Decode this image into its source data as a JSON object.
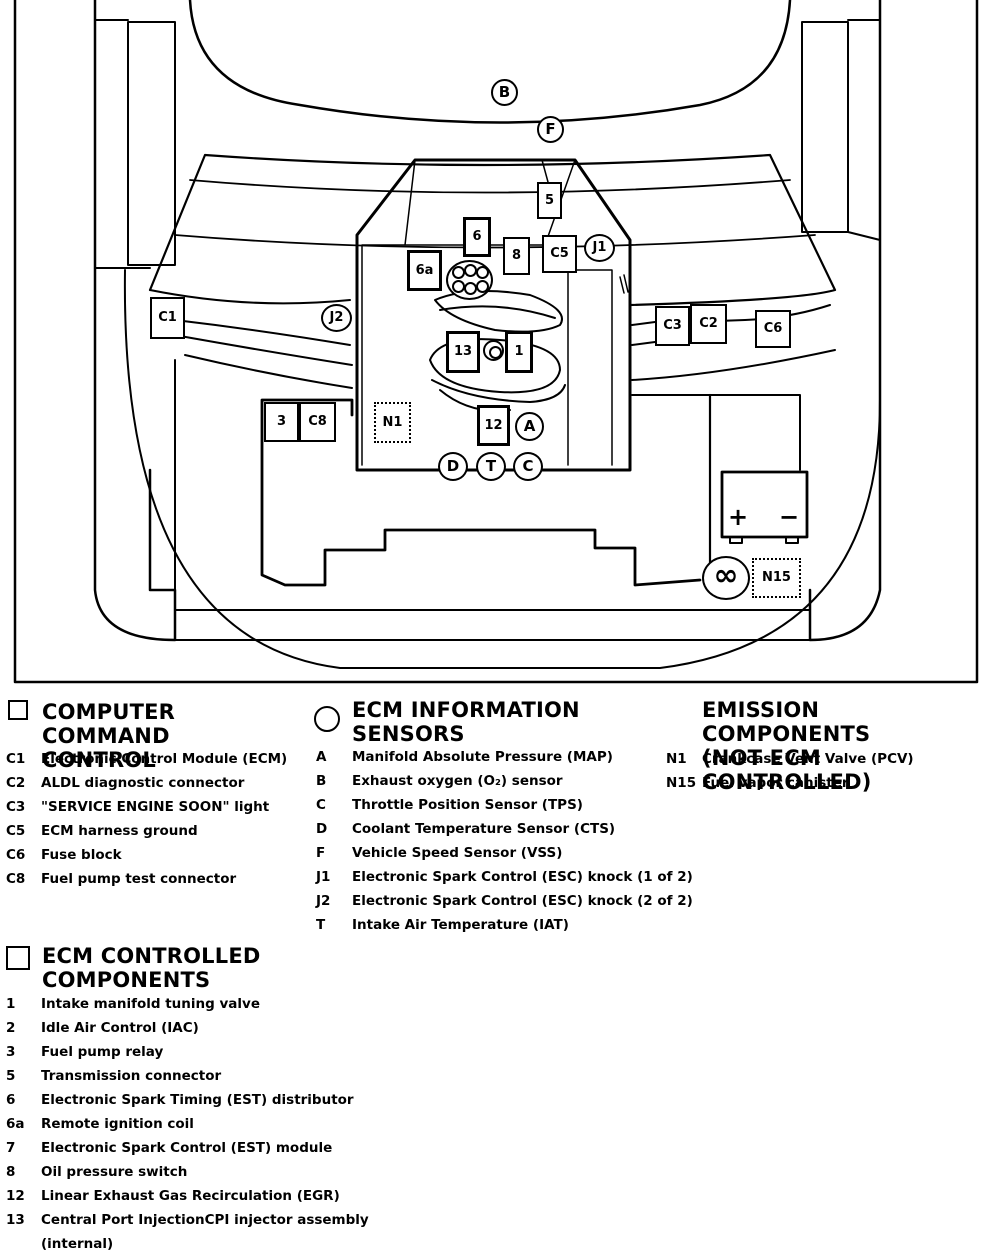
{
  "diagram": {
    "sensor_markers": [
      "B",
      "F",
      "J1",
      "J2",
      "A",
      "D",
      "T",
      "C"
    ],
    "component_boxes": [
      "5",
      "6",
      "8",
      "C5",
      "6a",
      "C1",
      "C3",
      "C2",
      "C6",
      "13",
      "1",
      "3",
      "C8",
      "N1",
      "12",
      "N15"
    ],
    "battery": {
      "plus": "+",
      "minus": "−"
    },
    "canister_symbol": "∞"
  },
  "legends": {
    "computer_command": {
      "title_line1": "COMPUTER COMMAND",
      "title_line2": "CONTROL",
      "items": [
        {
          "code": "C1",
          "desc": "Electronic Control Module (ECM)"
        },
        {
          "code": "C2",
          "desc": "ALDL diagnostic connector"
        },
        {
          "code": "C3",
          "desc": "\"SERVICE ENGINE SOON\" light"
        },
        {
          "code": "C5",
          "desc": "ECM harness ground"
        },
        {
          "code": "C6",
          "desc": "Fuse block"
        },
        {
          "code": "C8",
          "desc": "Fuel pump test connector"
        }
      ]
    },
    "ecm_info": {
      "title_line1": "ECM INFORMATION",
      "title_line2": "SENSORS",
      "items": [
        {
          "code": "A",
          "desc": "Manifold Absolute Pressure (MAP)"
        },
        {
          "code": "B",
          "desc": "Exhaust oxygen (O₂) sensor"
        },
        {
          "code": "C",
          "desc": "Throttle Position Sensor (TPS)"
        },
        {
          "code": "D",
          "desc": "Coolant Temperature Sensor (CTS)"
        },
        {
          "code": "F",
          "desc": "Vehicle Speed Sensor (VSS)"
        },
        {
          "code": "J1",
          "desc": "Electronic Spark Control (ESC) knock (1 of 2)"
        },
        {
          "code": "J2",
          "desc": "Electronic Spark Control (ESC) knock (2 of 2)"
        },
        {
          "code": "T",
          "desc": "Intake Air Temperature (IAT)"
        }
      ]
    },
    "emission": {
      "title_line1": "EMISSION COMPONENTS",
      "title_line2": "(NOT ECM CONTROLLED)",
      "items": [
        {
          "code": "N1",
          "desc": "Crankcase Vent Valve (PCV)"
        },
        {
          "code": "N15",
          "desc": "Fuel vapor canister"
        }
      ]
    },
    "ecm_controlled": {
      "title_line1": "ECM CONTROLLED",
      "title_line2": "COMPONENTS",
      "items": [
        {
          "code": "1",
          "desc": "Intake manifold tuning valve"
        },
        {
          "code": "2",
          "desc": "Idle Air Control (IAC)"
        },
        {
          "code": "3",
          "desc": "Fuel pump relay"
        },
        {
          "code": "5",
          "desc": "Transmission connector"
        },
        {
          "code": "6",
          "desc": "Electronic Spark Timing  (EST) distributor"
        },
        {
          "code": "6a",
          "desc": "Remote ignition coil"
        },
        {
          "code": "7",
          "desc": "Electronic Spark Control (EST) module"
        },
        {
          "code": "8",
          "desc": "Oil pressure switch"
        },
        {
          "code": "12",
          "desc": "Linear Exhaust Gas Recirculation (EGR)"
        },
        {
          "code": "13",
          "desc": "Central Port InjectionCPI injector assembly"
        },
        {
          "code": "",
          "desc": "(internal)"
        }
      ]
    }
  }
}
